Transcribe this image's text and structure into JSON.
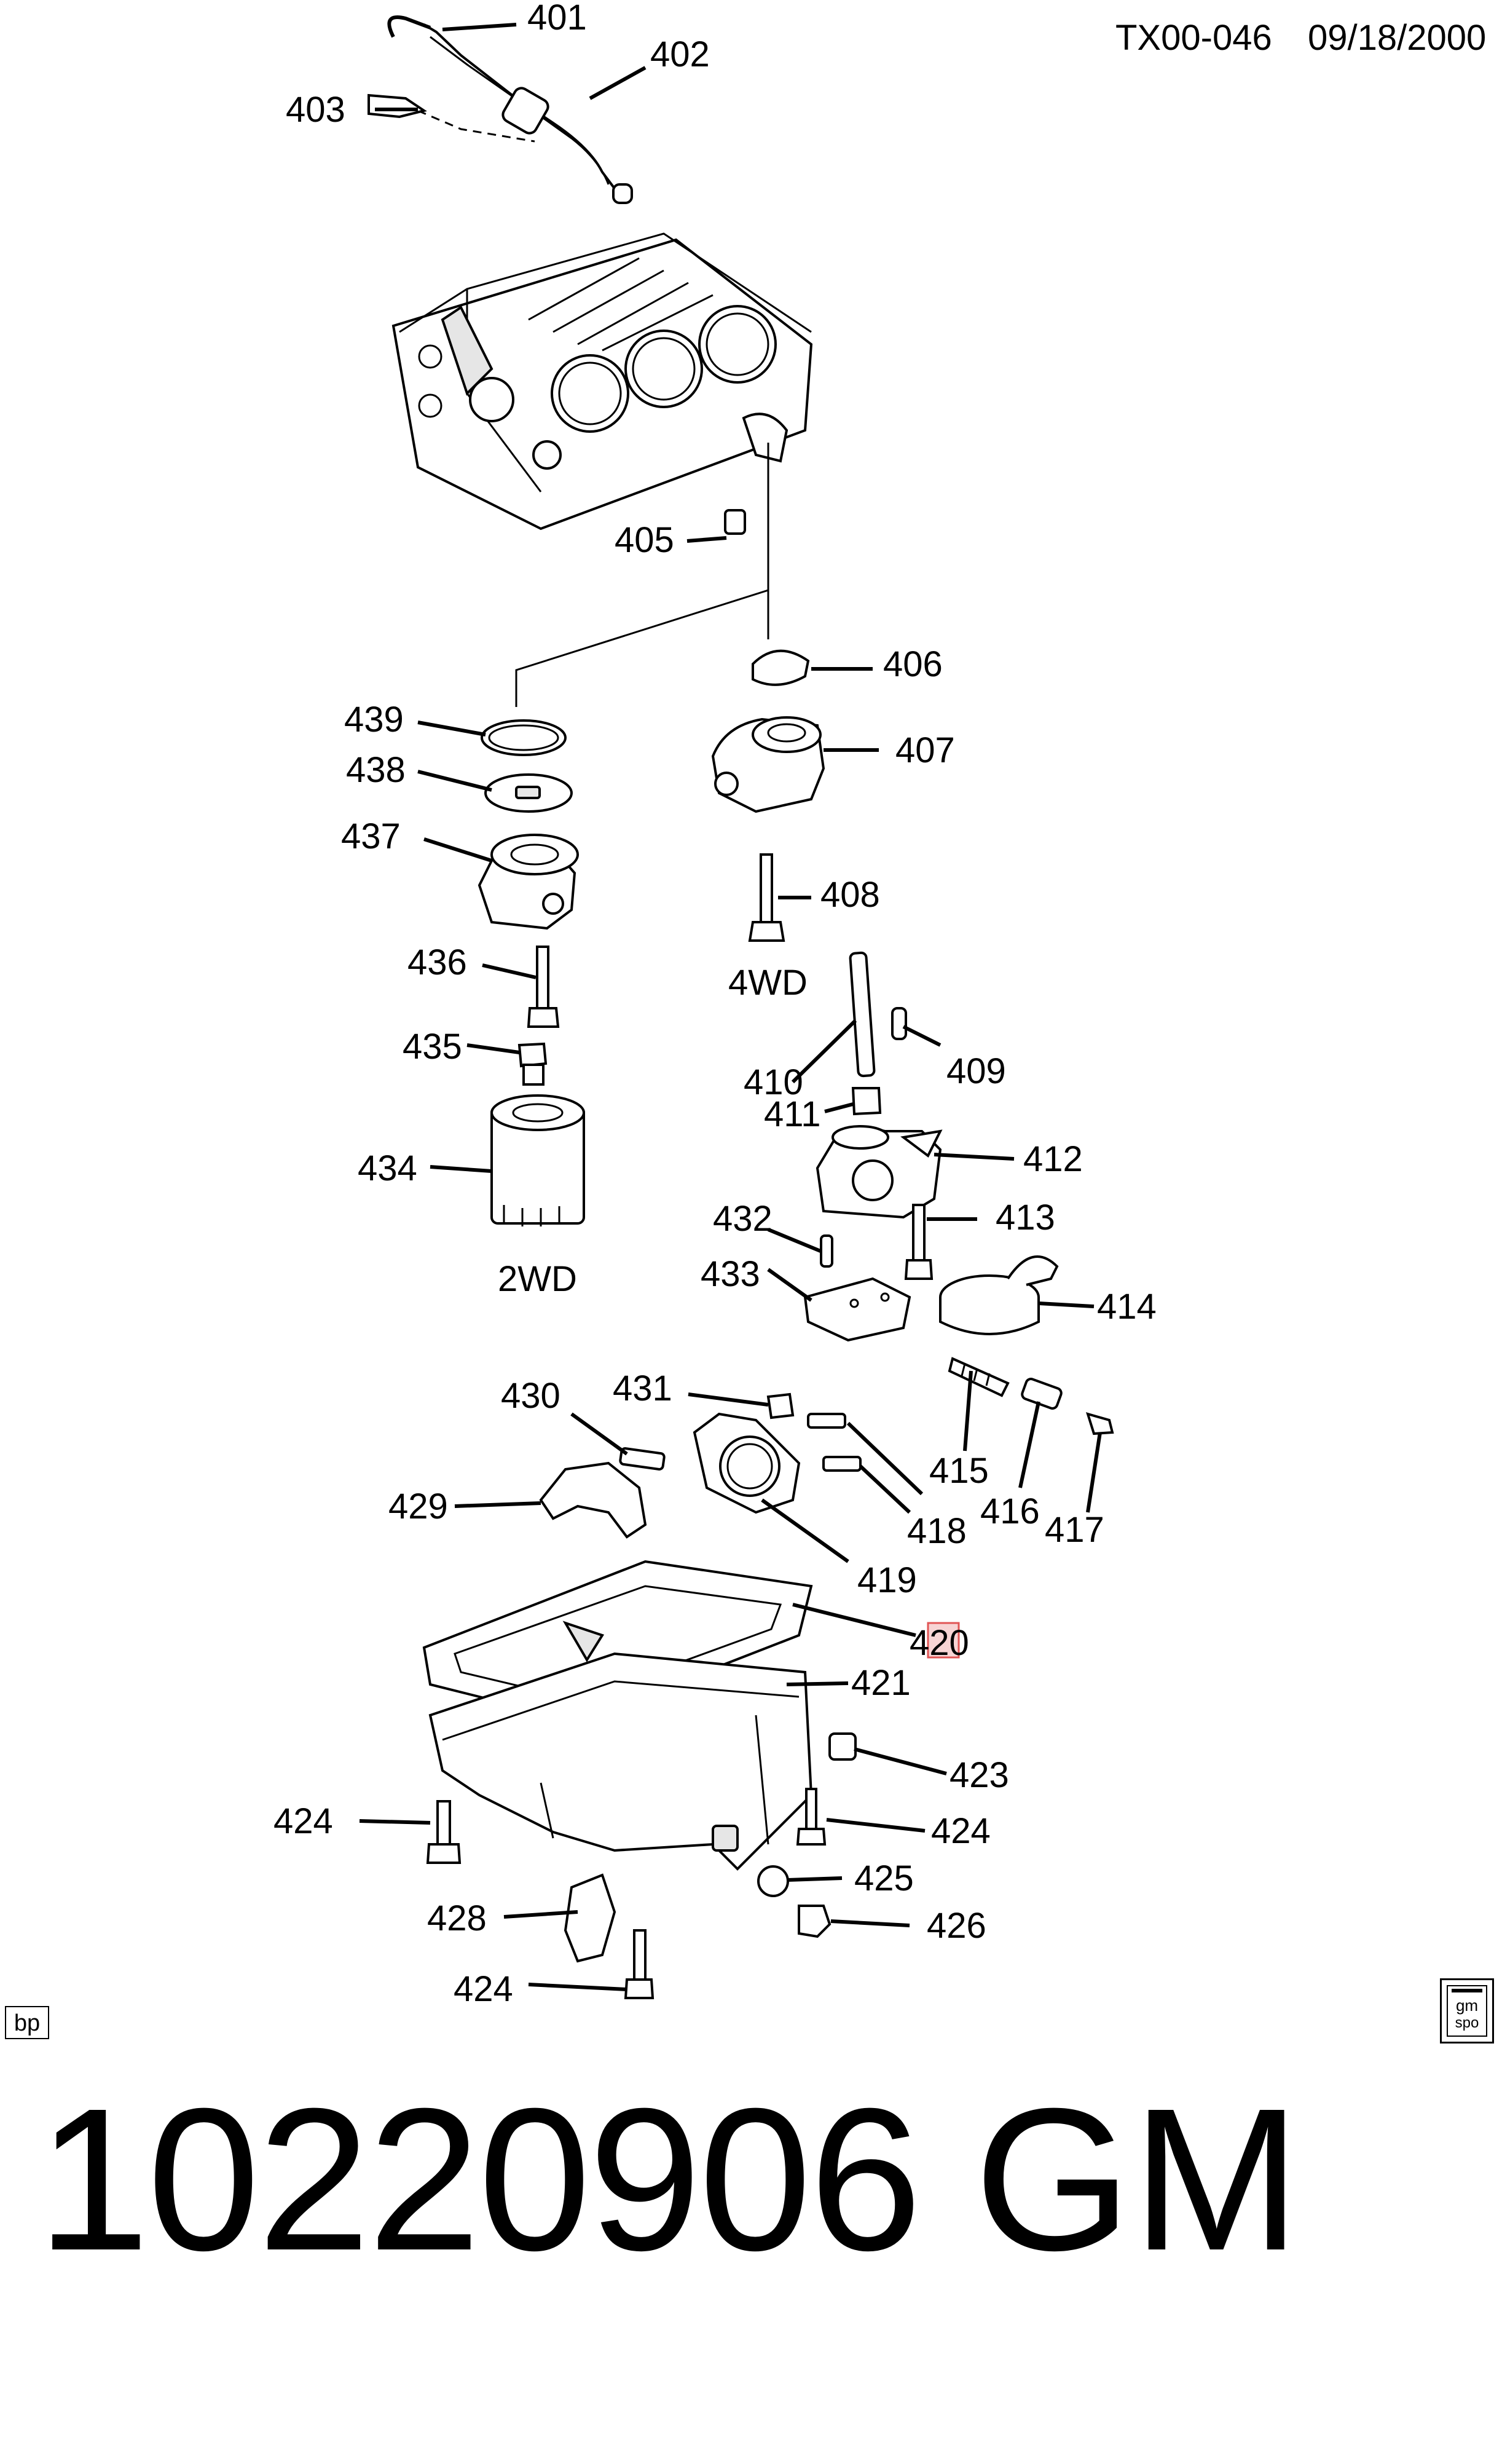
{
  "header": {
    "code": "TX00-046",
    "date": "09/18/2000"
  },
  "callouts": [
    "401",
    "402",
    "403",
    "405",
    "406",
    "407",
    "408",
    "409",
    "410",
    "411",
    "412",
    "413",
    "414",
    "415",
    "416",
    "417",
    "418",
    "419",
    "420",
    "421",
    "423",
    "424",
    "424",
    "424",
    "425",
    "426",
    "428",
    "429",
    "430",
    "431",
    "432",
    "433",
    "434",
    "435",
    "436",
    "437",
    "438",
    "439"
  ],
  "variants": {
    "four_wd": "4WD",
    "two_wd": "2WD"
  },
  "highlighted_callout": "420",
  "footer": {
    "part_number": "10220906",
    "brand": "GM",
    "corner_left_tag": "bp",
    "corner_right_logo": {
      "line1": "gm",
      "line2": "spo"
    }
  }
}
